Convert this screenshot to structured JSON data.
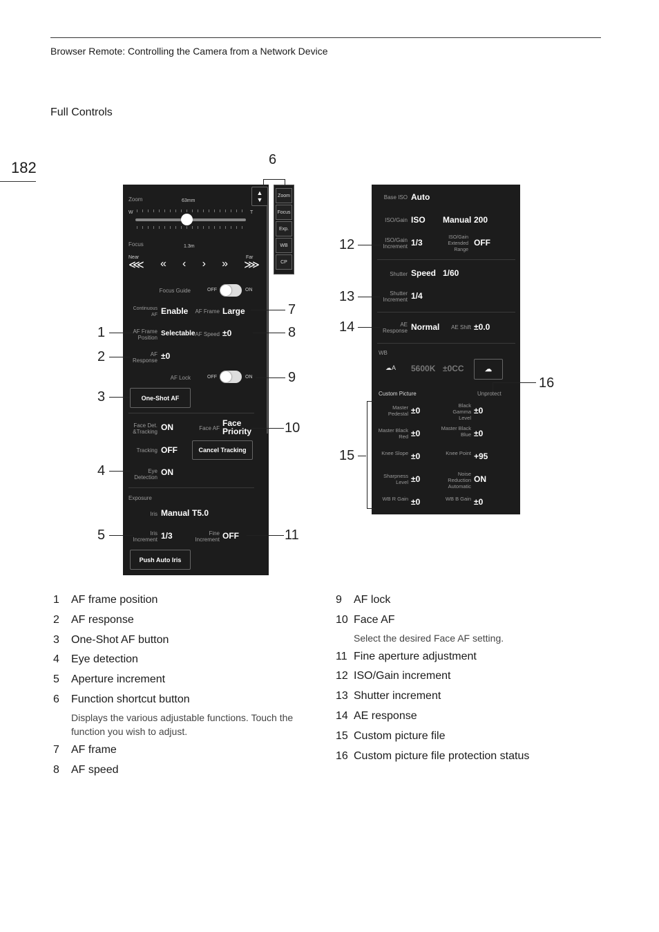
{
  "header": {
    "running_title": "Browser Remote: Controlling the Camera from a Network Device"
  },
  "section_title": "Full Controls",
  "page_number": "182",
  "left_panel": {
    "zoom_label": "Zoom",
    "zoom_value": "63mm",
    "zoom_w": "W",
    "zoom_t": "T",
    "zoom_position": 0.46,
    "focus_label": "Focus",
    "focus_value": "1.3m",
    "focus_near": "Near",
    "focus_far": "Far",
    "focus_buttons": [
      "⋘",
      "«",
      "‹",
      "›",
      "»",
      "⋙"
    ],
    "shortcuts": [
      "Zoom",
      "Focus",
      "Exp.",
      "WB",
      "CP"
    ],
    "focus_guide_label": "Focus Guide",
    "off_label": "OFF",
    "on_label": "ON",
    "continuous_af_label": "Continuous AF",
    "continuous_af_value": "Enable",
    "af_frame_label": "AF Frame",
    "af_frame_value": "Large",
    "af_frame_position_label": "AF Frame Position",
    "af_frame_position_value": "Selectable",
    "af_speed_label": "AF Speed",
    "af_speed_value": "±0",
    "af_response_label": "AF Response",
    "af_response_value": "±0",
    "af_lock_label": "AF Lock",
    "one_shot_af_button": "One-Shot AF",
    "face_det_label": "Face Det. &Tracking",
    "face_det_value": "ON",
    "face_af_label": "Face AF",
    "face_af_value": "Face Priority",
    "tracking_label": "Tracking",
    "tracking_value": "OFF",
    "cancel_tracking_button": "Cancel Tracking",
    "eye_detection_label": "Eye Detection",
    "eye_detection_value": "ON",
    "exposure_label": "Exposure",
    "iris_label": "Iris",
    "iris_mode": "Manual",
    "iris_value": "T5.0",
    "iris_increment_label": "Iris Increment",
    "iris_increment_value": "1/3",
    "fine_increment_label": "Fine Increment",
    "fine_increment_value": "OFF",
    "push_auto_iris_button": "Push Auto Iris"
  },
  "right_panel": {
    "base_iso_label": "Base ISO",
    "base_iso_value": "Auto",
    "iso_gain_label": "ISO/Gain",
    "iso_gain_value": "ISO",
    "iso_gain_mode": "Manual",
    "iso_gain_number": "200",
    "iso_gain_increment_label": "ISO/Gain Increment",
    "iso_gain_increment_value": "1/3",
    "iso_gain_extended_label": "ISO/Gain Extended Range",
    "iso_gain_extended_value": "OFF",
    "shutter_label": "Shutter",
    "shutter_mode": "Speed",
    "shutter_value": "1/60",
    "shutter_increment_label": "Shutter Increment",
    "shutter_increment_value": "1/4",
    "ae_response_label": "AE Response",
    "ae_response_value": "Normal",
    "ae_shift_label": "AE Shift",
    "ae_shift_value": "±0.0",
    "wb_label": "WB",
    "wb_awb": "A",
    "wb_kelvin": "5600K",
    "wb_cc": "±0CC",
    "custom_picture_label": "Custom Picture",
    "unprotect_label": "Unprotect",
    "cp_rows": [
      {
        "l_label": "Master Pedestal",
        "l_value": "±0",
        "r_label": "Black Gamma Level",
        "r_value": "±0"
      },
      {
        "l_label": "Master Black Red",
        "l_value": "±0",
        "r_label": "Master Black Blue",
        "r_value": "±0"
      },
      {
        "l_label": "Knee Slope",
        "l_value": "±0",
        "r_label": "Knee Point",
        "r_value": "+95"
      },
      {
        "l_label": "Sharpness Level",
        "l_value": "±0",
        "r_label": "Noise Reduction Automatic",
        "r_value": "ON"
      },
      {
        "l_label": "WB R Gain",
        "l_value": "±0",
        "r_label": "WB B Gain",
        "r_value": "±0"
      }
    ]
  },
  "callouts": [
    "1",
    "2",
    "3",
    "4",
    "5",
    "6",
    "7",
    "8",
    "9",
    "10",
    "11",
    "12",
    "13",
    "14",
    "15",
    "16"
  ],
  "legend_left": [
    {
      "num": "1",
      "text": "AF frame position"
    },
    {
      "num": "2",
      "text": "AF response"
    },
    {
      "num": "3",
      "text": "One-Shot AF button"
    },
    {
      "num": "4",
      "text": "Eye detection"
    },
    {
      "num": "5",
      "text": "Aperture increment"
    },
    {
      "num": "6",
      "text": "Function shortcut button"
    },
    {
      "num": "7",
      "text": "AF frame"
    },
    {
      "num": "8",
      "text": "AF speed"
    }
  ],
  "legend_left_desc6": "Displays the various adjustable functions. Touch the function you wish to adjust.",
  "legend_right": [
    {
      "num": "9",
      "text": "AF lock"
    },
    {
      "num": "10",
      "text": "Face AF"
    },
    {
      "num": "11",
      "text": "Fine aperture adjustment"
    },
    {
      "num": "12",
      "text": "ISO/Gain increment"
    },
    {
      "num": "13",
      "text": "Shutter increment"
    },
    {
      "num": "14",
      "text": "AE response"
    },
    {
      "num": "15",
      "text": "Custom picture file"
    },
    {
      "num": "16",
      "text": "Custom picture file protection status"
    }
  ],
  "legend_right_desc10": "Select the desired Face AF setting."
}
